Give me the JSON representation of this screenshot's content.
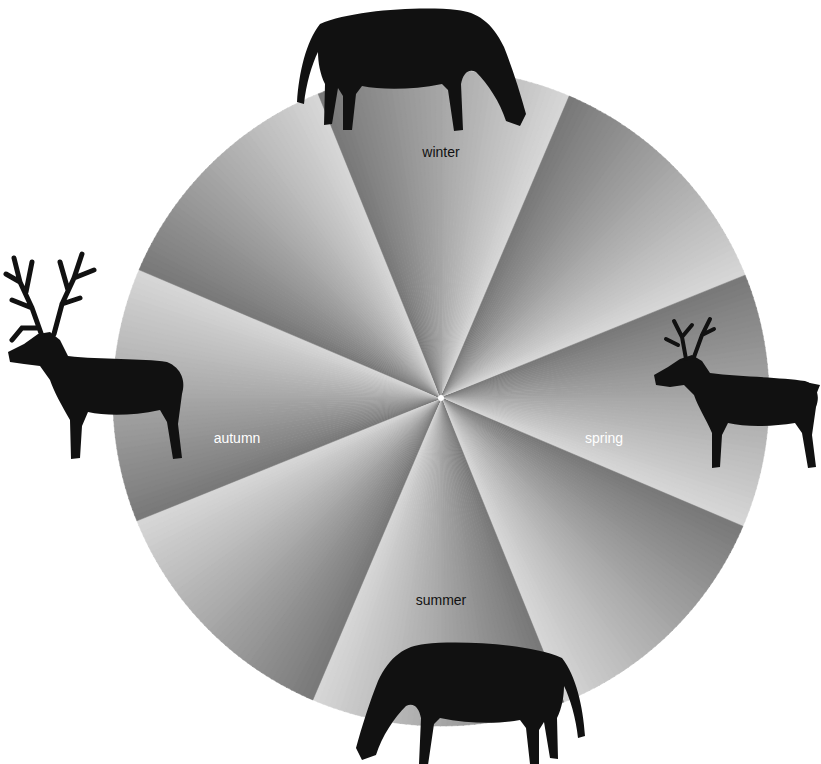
{
  "diagram": {
    "labels": [
      "winter",
      "autumn",
      "spring",
      "summer"
    ]
  }
}
